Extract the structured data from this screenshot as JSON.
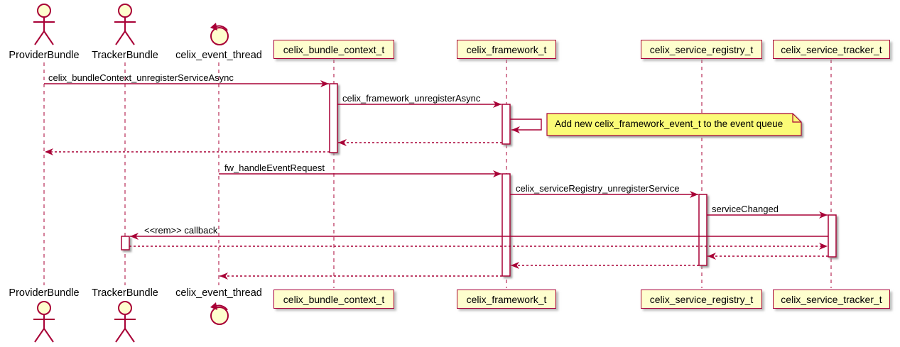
{
  "diagram": {
    "kind": "sequence-diagram",
    "participants": [
      {
        "name": "ProviderBundle",
        "type": "actor"
      },
      {
        "name": "TrackerBundle",
        "type": "actor"
      },
      {
        "name": "celix_event_thread",
        "type": "control"
      },
      {
        "name": "celix_bundle_context_t",
        "type": "participant"
      },
      {
        "name": "celix_framework_t",
        "type": "participant"
      },
      {
        "name": "celix_service_registry_t",
        "type": "participant"
      },
      {
        "name": "celix_service_tracker_t",
        "type": "participant"
      }
    ],
    "messages": [
      {
        "from": "ProviderBundle",
        "to": "celix_bundle_context_t",
        "label": "celix_bundleContext_unregisterServiceAsync",
        "style": "solid"
      },
      {
        "from": "celix_bundle_context_t",
        "to": "celix_framework_t",
        "label": "celix_framework_unregisterAsync",
        "style": "solid"
      },
      {
        "from": "celix_framework_t",
        "to": "celix_framework_t",
        "label": "",
        "style": "self"
      },
      {
        "from": "celix_framework_t",
        "to": "celix_bundle_context_t",
        "label": "",
        "style": "return"
      },
      {
        "from": "celix_bundle_context_t",
        "to": "ProviderBundle",
        "label": "",
        "style": "return"
      },
      {
        "from": "celix_event_thread",
        "to": "celix_framework_t",
        "label": "fw_handleEventRequest",
        "style": "solid"
      },
      {
        "from": "celix_framework_t",
        "to": "celix_service_registry_t",
        "label": "celix_serviceRegistry_unregisterService",
        "style": "solid"
      },
      {
        "from": "celix_service_registry_t",
        "to": "celix_service_tracker_t",
        "label": "serviceChanged",
        "style": "solid"
      },
      {
        "from": "celix_service_tracker_t",
        "to": "TrackerBundle",
        "label": "<<rem>> callback",
        "style": "solid"
      },
      {
        "from": "TrackerBundle",
        "to": "celix_service_tracker_t",
        "label": "",
        "style": "return"
      },
      {
        "from": "celix_service_tracker_t",
        "to": "celix_service_registry_t",
        "label": "",
        "style": "return"
      },
      {
        "from": "celix_service_registry_t",
        "to": "celix_framework_t",
        "label": "",
        "style": "return"
      },
      {
        "from": "celix_framework_t",
        "to": "celix_event_thread",
        "label": "",
        "style": "return"
      }
    ],
    "note": {
      "text": "Add new celix_framework_event_t to the event queue"
    },
    "colors": {
      "stroke": "#A80036",
      "participant_fill": "#FEFECE",
      "note_fill": "#FBFB77",
      "background": "#FFFFFF"
    }
  }
}
